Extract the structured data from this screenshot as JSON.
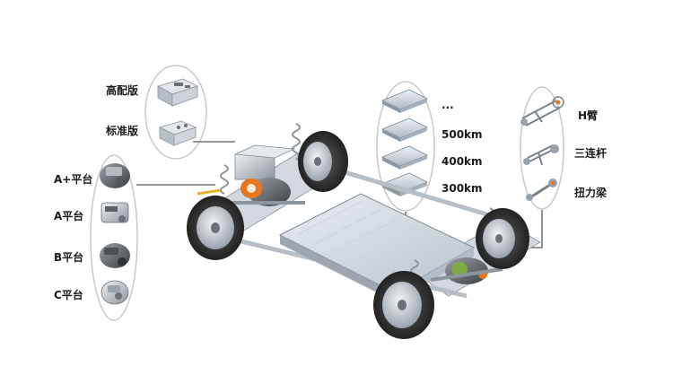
{
  "controller": {
    "high": "高配版",
    "standard": "标准版"
  },
  "platforms": {
    "a_plus": "A+平台",
    "a": "A平台",
    "b": "B平台",
    "c": "C平台"
  },
  "battery": {
    "more": "...",
    "range_500": "500km",
    "range_400": "400km",
    "range_300": "300km"
  },
  "suspension": {
    "h_arm": "H臂",
    "three_link": "三连杆",
    "torsion_beam": "扭力梁"
  },
  "colors": {
    "connector_line": "#5a5a5a",
    "ellipse_stroke": "#c9c9c9",
    "tire": "#2f2f2f",
    "frame": "#dfe3e8",
    "accent_orange": "#e7761f",
    "accent_green": "#7fae3c"
  }
}
